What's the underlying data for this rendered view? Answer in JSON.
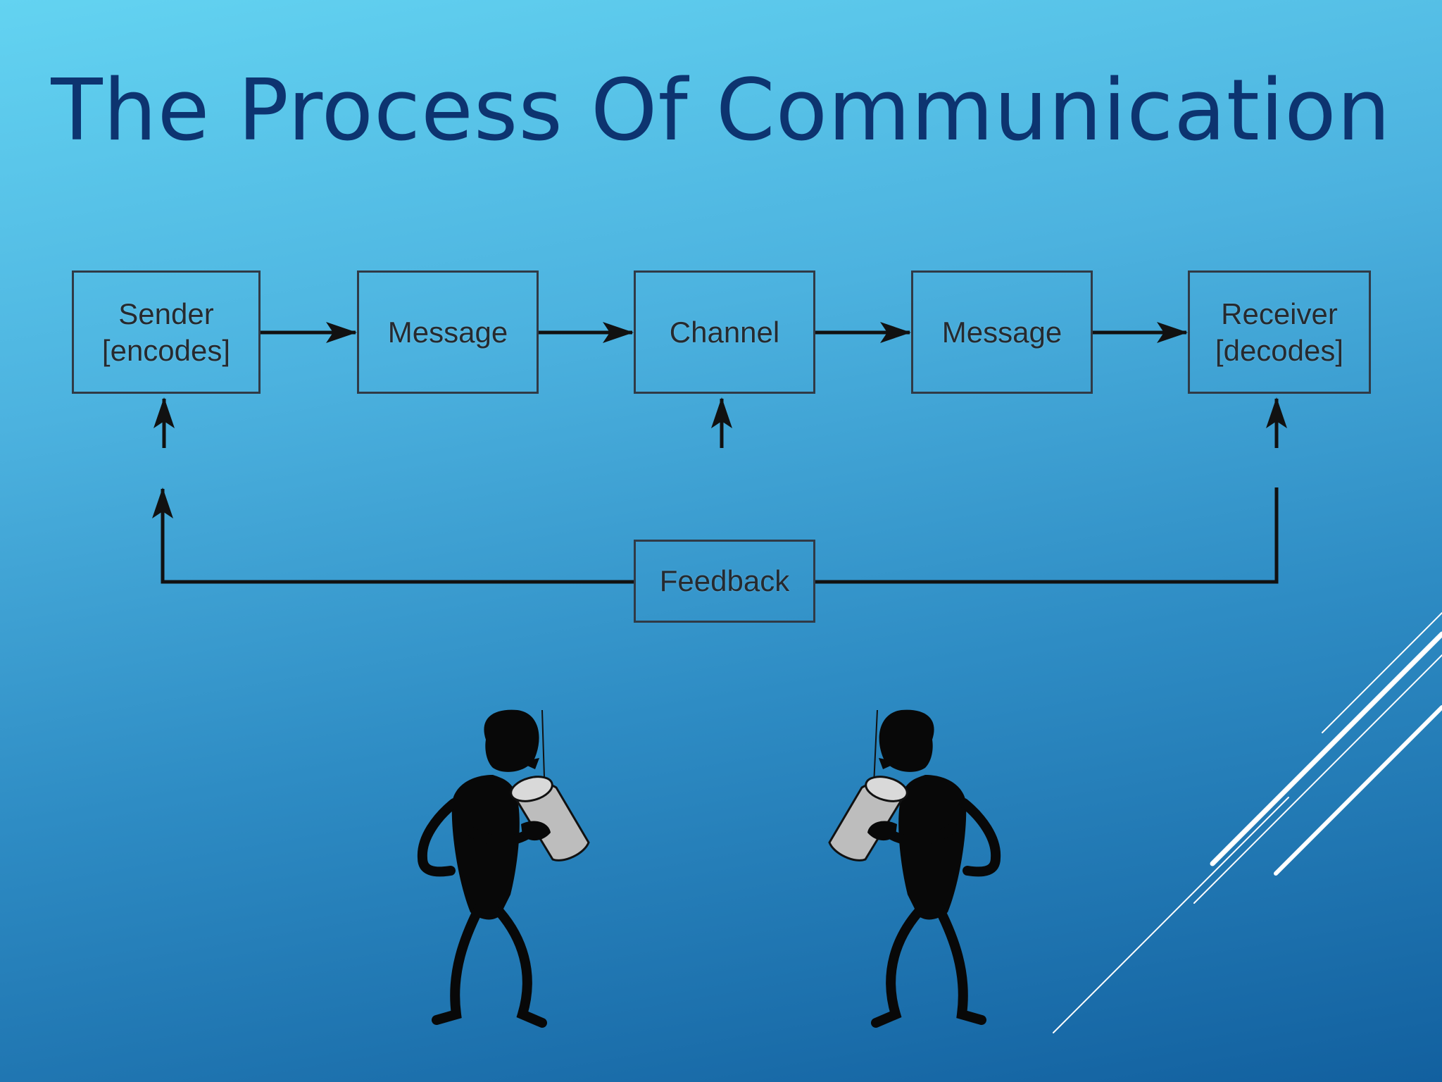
{
  "slide": {
    "title": "The Process Of Communication"
  },
  "diagram": {
    "boxes": {
      "sender": "Sender\n[encodes]",
      "message_1": "Message",
      "channel": "Channel",
      "message_2": "Message",
      "receiver": "Receiver\n[decodes]",
      "feedback": "Feedback"
    }
  },
  "illustration": {
    "figures": [
      "stick-figure-left-with-can",
      "stick-figure-right-with-can"
    ]
  },
  "colors": {
    "background_top": "#63d3f1",
    "background_bottom": "#12609f",
    "title": "#0d3470",
    "box_border": "#303a46",
    "line": "#111111",
    "accent_lines": "#ffffff"
  }
}
